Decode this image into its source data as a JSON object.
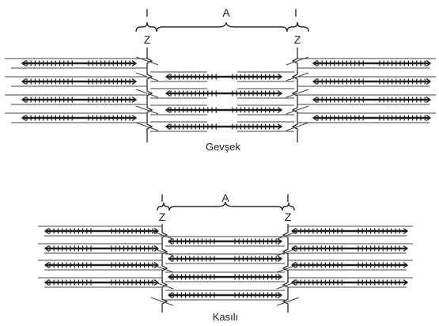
{
  "panels": [
    {
      "id": "relaxed",
      "caption": "Gevşek",
      "label_i_left": "I",
      "label_a": "A",
      "label_i_right": "I",
      "label_z_left": "Z",
      "label_z_right": "Z"
    },
    {
      "id": "contracted",
      "caption": "Kasılı",
      "label_i_left": "I",
      "label_a": "A",
      "label_i_right": "I",
      "label_z_left": "Z",
      "label_z_right": "Z"
    }
  ],
  "colors": {
    "line": "#2a2a2a",
    "thin_filament": "#444444",
    "myosin": "#1e1e1e",
    "background": "#ffffff"
  }
}
